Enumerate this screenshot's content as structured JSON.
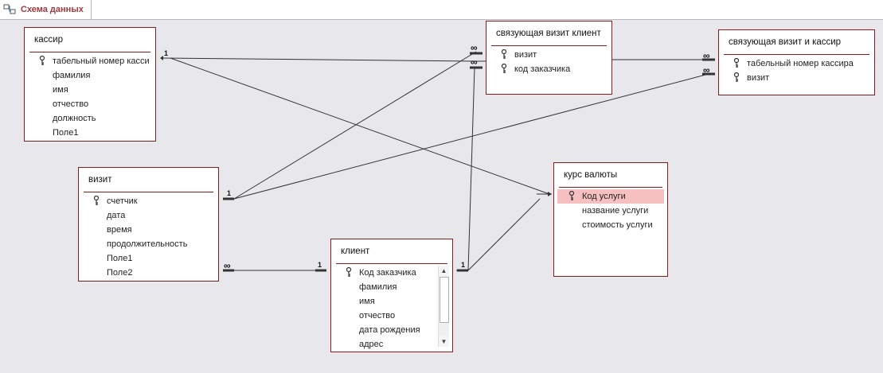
{
  "tab": {
    "label": "Схема данных"
  },
  "tables": {
    "kassir": {
      "title": "кассир",
      "fields": [
        "табельный номер касси",
        "фамилия",
        "имя",
        "отчество",
        "должность",
        "Поле1"
      ]
    },
    "svyaz_vizit_klient": {
      "title": "связующая визит клиент",
      "fields": [
        "визит",
        "код заказчика"
      ]
    },
    "svyaz_vizit_kassir": {
      "title": "связующая визит и кассир",
      "fields": [
        "табельный номер кассира",
        "визит"
      ]
    },
    "vizit": {
      "title": "визит",
      "fields": [
        "счетчик",
        "дата",
        "время",
        "продолжительность",
        "Поле1",
        "Поле2"
      ]
    },
    "kurs": {
      "title": "курс валюты",
      "fields": [
        "Код услуги",
        "название услуги",
        "стоимость услуги"
      ]
    },
    "klient": {
      "title": "клиент",
      "fields": [
        "Код заказчика",
        "фамилия",
        "имя",
        "отчество",
        "дата рождения",
        "адрес"
      ]
    }
  },
  "relations": {
    "one": "1",
    "many": "∞"
  },
  "colors": {
    "border": "#8c1a1d",
    "selected": "#f6c0c0",
    "tab_text": "#a4373a",
    "canvas": "#e8e8ec"
  }
}
